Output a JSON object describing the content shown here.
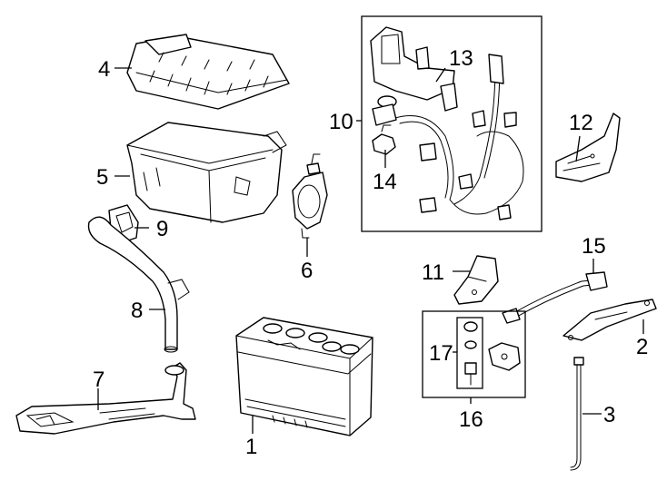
{
  "colors": {
    "line": "#000000",
    "background": "#ffffff"
  },
  "callouts": [
    {
      "id": "1",
      "label": "1"
    },
    {
      "id": "2",
      "label": "2"
    },
    {
      "id": "3",
      "label": "3"
    },
    {
      "id": "4",
      "label": "4"
    },
    {
      "id": "5",
      "label": "5"
    },
    {
      "id": "6",
      "label": "6"
    },
    {
      "id": "7",
      "label": "7"
    },
    {
      "id": "8",
      "label": "8"
    },
    {
      "id": "9",
      "label": "9"
    },
    {
      "id": "10",
      "label": "10"
    },
    {
      "id": "11",
      "label": "11"
    },
    {
      "id": "12",
      "label": "12"
    },
    {
      "id": "13",
      "label": "13"
    },
    {
      "id": "14",
      "label": "14"
    },
    {
      "id": "15",
      "label": "15"
    },
    {
      "id": "16",
      "label": "16"
    },
    {
      "id": "17",
      "label": "17"
    }
  ]
}
